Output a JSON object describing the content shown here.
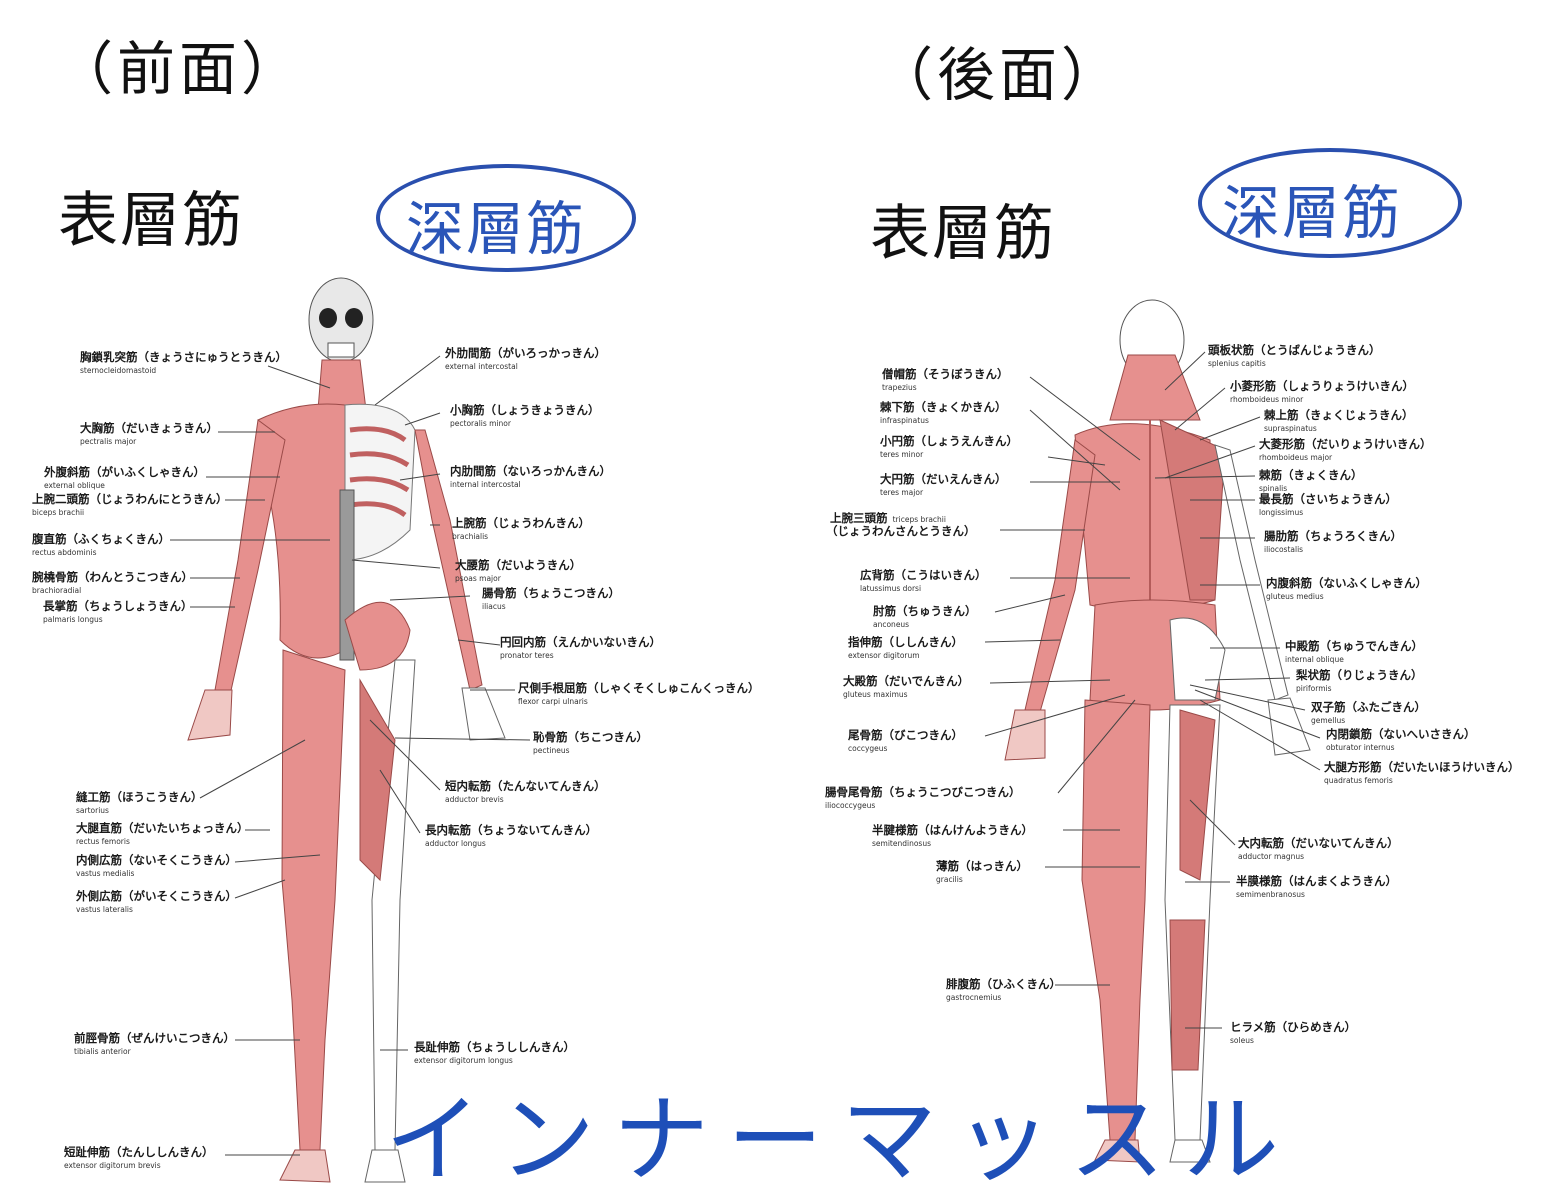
{
  "front": {
    "heading": "（前面）",
    "superficial": "表層筋",
    "deep": "深層筋",
    "labels": [
      {
        "jp": "胸鎖乳突筋（きょうさにゅうとうきん）",
        "en": "sternocleidomastoid"
      },
      {
        "jp": "大胸筋（だいきょうきん）",
        "en": "pectralis major"
      },
      {
        "jp": "外腹斜筋（がいふくしゃきん）",
        "en": "external oblique"
      },
      {
        "jp": "上腕二頭筋（じょうわんにとうきん）",
        "en": "biceps brachii"
      },
      {
        "jp": "腹直筋（ふくちょくきん）",
        "en": "rectus abdominis"
      },
      {
        "jp": "腕橈骨筋（わんとうこつきん）",
        "en": "brachioradial"
      },
      {
        "jp": "長掌筋（ちょうしょうきん）",
        "en": "palmaris longus"
      },
      {
        "jp": "縫工筋（ほうこうきん）",
        "en": "sartorius"
      },
      {
        "jp": "大腿直筋（だいたいちょっきん）",
        "en": "rectus femoris"
      },
      {
        "jp": "内側広筋（ないそくこうきん）",
        "en": "vastus medialis"
      },
      {
        "jp": "外側広筋（がいそくこうきん）",
        "en": "vastus lateralis"
      },
      {
        "jp": "前脛骨筋（ぜんけいこつきん）",
        "en": "tibialis anterior"
      },
      {
        "jp": "短趾伸筋（たんししんきん）",
        "en": "extensor digitorum brevis"
      },
      {
        "jp": "外肋間筋（がいろっかっきん）",
        "en": "external intercostal"
      },
      {
        "jp": "小胸筋（しょうきょうきん）",
        "en": "pectoralis minor"
      },
      {
        "jp": "内肋間筋（ないろっかんきん）",
        "en": "internal intercostal"
      },
      {
        "jp": "上腕筋（じょうわんきん）",
        "en": "brachialis"
      },
      {
        "jp": "大腰筋（だいようきん）",
        "en": "psoas major"
      },
      {
        "jp": "腸骨筋（ちょうこつきん）",
        "en": "iliacus"
      },
      {
        "jp": "円回内筋（えんかいないきん）",
        "en": "pronator teres"
      },
      {
        "jp": "尺側手根屈筋（しゃくそくしゅこんくっきん）",
        "en": "flexor carpi ulnaris"
      },
      {
        "jp": "恥骨筋（ちこつきん）",
        "en": "pectineus"
      },
      {
        "jp": "短内転筋（たんないてんきん）",
        "en": "adductor brevis"
      },
      {
        "jp": "長内転筋（ちょうないてんきん）",
        "en": "adductor longus"
      },
      {
        "jp": "長趾伸筋（ちょうししんきん）",
        "en": "extensor digitorum longus"
      }
    ]
  },
  "back": {
    "heading": "（後面）",
    "superficial": "表層筋",
    "deep": "深層筋",
    "labels": [
      {
        "jp": "僧帽筋（そうぼうきん）",
        "en": "trapezius"
      },
      {
        "jp": "棘下筋（きょくかきん）",
        "en": "infraspinatus"
      },
      {
        "jp": "小円筋（しょうえんきん）",
        "en": "teres minor"
      },
      {
        "jp": "大円筋（だいえんきん）",
        "en": "teres major"
      },
      {
        "jp": "上腕三頭筋",
        "en": "triceps brachii"
      },
      {
        "jp": "（じょうわんさんとうきん）",
        "en": ""
      },
      {
        "jp": "広背筋（こうはいきん）",
        "en": "latussimus dorsi"
      },
      {
        "jp": "肘筋（ちゅうきん）",
        "en": "anconeus"
      },
      {
        "jp": "指伸筋（ししんきん）",
        "en": "extensor digitorum"
      },
      {
        "jp": "大殿筋（だいでんきん）",
        "en": "gluteus maximus"
      },
      {
        "jp": "尾骨筋（びこつきん）",
        "en": "coccygeus"
      },
      {
        "jp": "腸骨尾骨筋（ちょうこつびこつきん）",
        "en": "iliococcygeus"
      },
      {
        "jp": "半腱様筋（はんけんようきん）",
        "en": "semitendinosus"
      },
      {
        "jp": "薄筋（はっきん）",
        "en": "gracilis"
      },
      {
        "jp": "腓腹筋（ひふくきん）",
        "en": "gastrocnemius"
      },
      {
        "jp": "頭板状筋（とうばんじょうきん）",
        "en": "splenius capitis"
      },
      {
        "jp": "小菱形筋（しょうりょうけいきん）",
        "en": "rhomboideus minor"
      },
      {
        "jp": "棘上筋（きょくじょうきん）",
        "en": "supraspinatus"
      },
      {
        "jp": "大菱形筋（だいりょうけいきん）",
        "en": "rhomboideus major"
      },
      {
        "jp": "棘筋（きょくきん）",
        "en": "spinalis"
      },
      {
        "jp": "最長筋（さいちょうきん）",
        "en": "longissimus"
      },
      {
        "jp": "腸肋筋（ちょうろくきん）",
        "en": "iliocostalis"
      },
      {
        "jp": "内腹斜筋（ないふくしゃきん）",
        "en": "gluteus medius"
      },
      {
        "jp": "中殿筋（ちゅうでんきん）",
        "en": "internal oblique"
      },
      {
        "jp": "梨状筋（りじょうきん）",
        "en": "piriformis"
      },
      {
        "jp": "双子筋（ふたごきん）",
        "en": "gemellus"
      },
      {
        "jp": "内閉鎖筋（ないへいさきん）",
        "en": "obturator internus"
      },
      {
        "jp": "大腿方形筋（だいたいほうけいきん）",
        "en": "quadratus femoris"
      },
      {
        "jp": "大内転筋（だいないてんきん）",
        "en": "adductor magnus"
      },
      {
        "jp": "半膜様筋（はんまくようきん）",
        "en": "semimenbranosus"
      },
      {
        "jp": "ヒラメ筋（ひらめきん）",
        "en": "soleus"
      }
    ]
  },
  "footer_text": "インナーマッスル",
  "colors": {
    "muscle": "#e6908e",
    "muscle_dark": "#c8605e",
    "bone": "#ffffff",
    "accent_blue": "#2a4fae"
  }
}
